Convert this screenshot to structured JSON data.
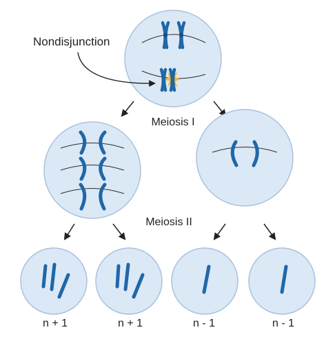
{
  "labels": {
    "nondisjunction": "Nondisjunction",
    "meiosis_1": "Meiosis I",
    "meiosis_2": "Meiosis II"
  },
  "gametes": [
    {
      "label": "n + 1",
      "chromosomes": 3
    },
    {
      "label": "n + 1",
      "chromosomes": 3
    },
    {
      "label": "n - 1",
      "chromosomes": 1
    },
    {
      "label": "n - 1",
      "chromosomes": 1
    }
  ],
  "colors": {
    "cell_fill": "#dbe8f6",
    "cell_stroke": "#a9c2dd",
    "chromosome": "#1f67a8",
    "chromosome_dark": "#154e84",
    "spindle": "#2a2a2a",
    "arrow": "#222222",
    "highlight": "#f6bb1c"
  }
}
